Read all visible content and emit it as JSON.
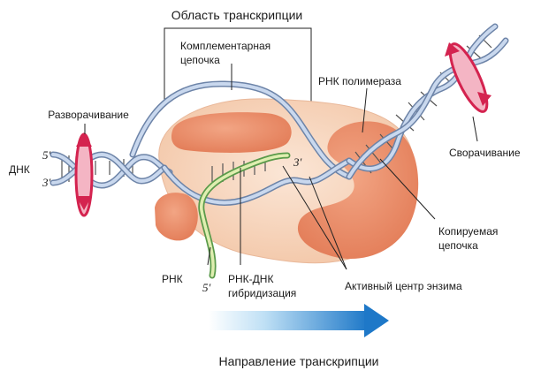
{
  "title_region": "Область транскрипции",
  "labels": {
    "complementary_strand": [
      "Комплементарная",
      "цепочка"
    ],
    "unwinding": "Разворачивание",
    "dna": "ДНК",
    "five_prime_left": "5′",
    "three_prime_left": "3′",
    "three_prime_rna": "3′",
    "five_prime_rna": "5′",
    "rna_polymerase": "РНК полимераза",
    "rewinding": "Сворачивание",
    "template_strand": [
      "Копируемая",
      "цепочка"
    ],
    "rna": "РНК",
    "rna_dna_hybrid": [
      "РНК-ДНК",
      "гибридизация"
    ],
    "active_site": "Активный центр энзима",
    "direction": "Направление транскрипции"
  },
  "colors": {
    "enzyme_light": "#f8d8c0",
    "enzyme_dark": "#e98c68",
    "dna_strand": "#c9d8ee",
    "dna_edge": "#6d84a8",
    "rna_green": "#5a9a4a",
    "rna_light": "#dfeeb0",
    "rotation_arrow": "#d4234f",
    "direction_arrow": "#1e78c8"
  }
}
